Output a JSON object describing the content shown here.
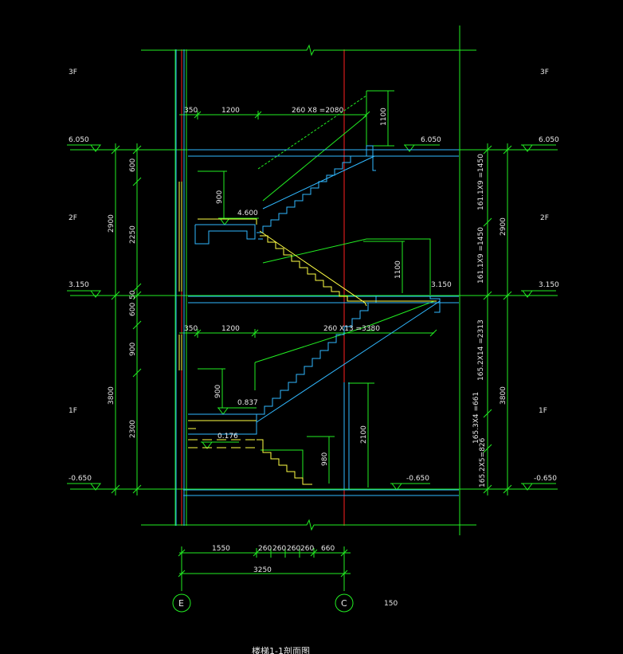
{
  "colors": {
    "background": "#000000",
    "grid": "#ff2020",
    "dimension": "#22ee22",
    "wall": "#30b8ff",
    "stair_lower": "#ffff44",
    "text": "#e8e8e8"
  },
  "floors": {
    "third": "3F",
    "second": "2F",
    "first": "1F"
  },
  "levels": {
    "top": "6.050",
    "mid": "3.150",
    "bottom": "-0.650",
    "landing_2f": "4.600",
    "landing_1f": "0.837",
    "pit": "0.176"
  },
  "dims": {
    "upper_run": "260 X8 =2080",
    "lower_run": "260 X13 =3380",
    "landing_w": "1200",
    "wall_350": "350",
    "h_1100": "1100",
    "h_900": "900",
    "h_2100": "2100",
    "h_980": "980",
    "h_600": "600",
    "h_2250": "2250",
    "h_50": "50",
    "h_2300": "2300",
    "h_2900": "2900",
    "h_3800": "3800",
    "riser_a": "161.1X9 =1450",
    "riser_b": "165.2X14 =2313",
    "riser_c": "165.3X4 =661",
    "riser_d": "165.2X5=826",
    "bottom_1550": "1550",
    "bottom_260": "260",
    "bottom_660": "660",
    "total": "3250"
  },
  "axes": {
    "left": "E",
    "right": "C"
  },
  "scale": "150",
  "caption": "楼梯1-1剖面图"
}
